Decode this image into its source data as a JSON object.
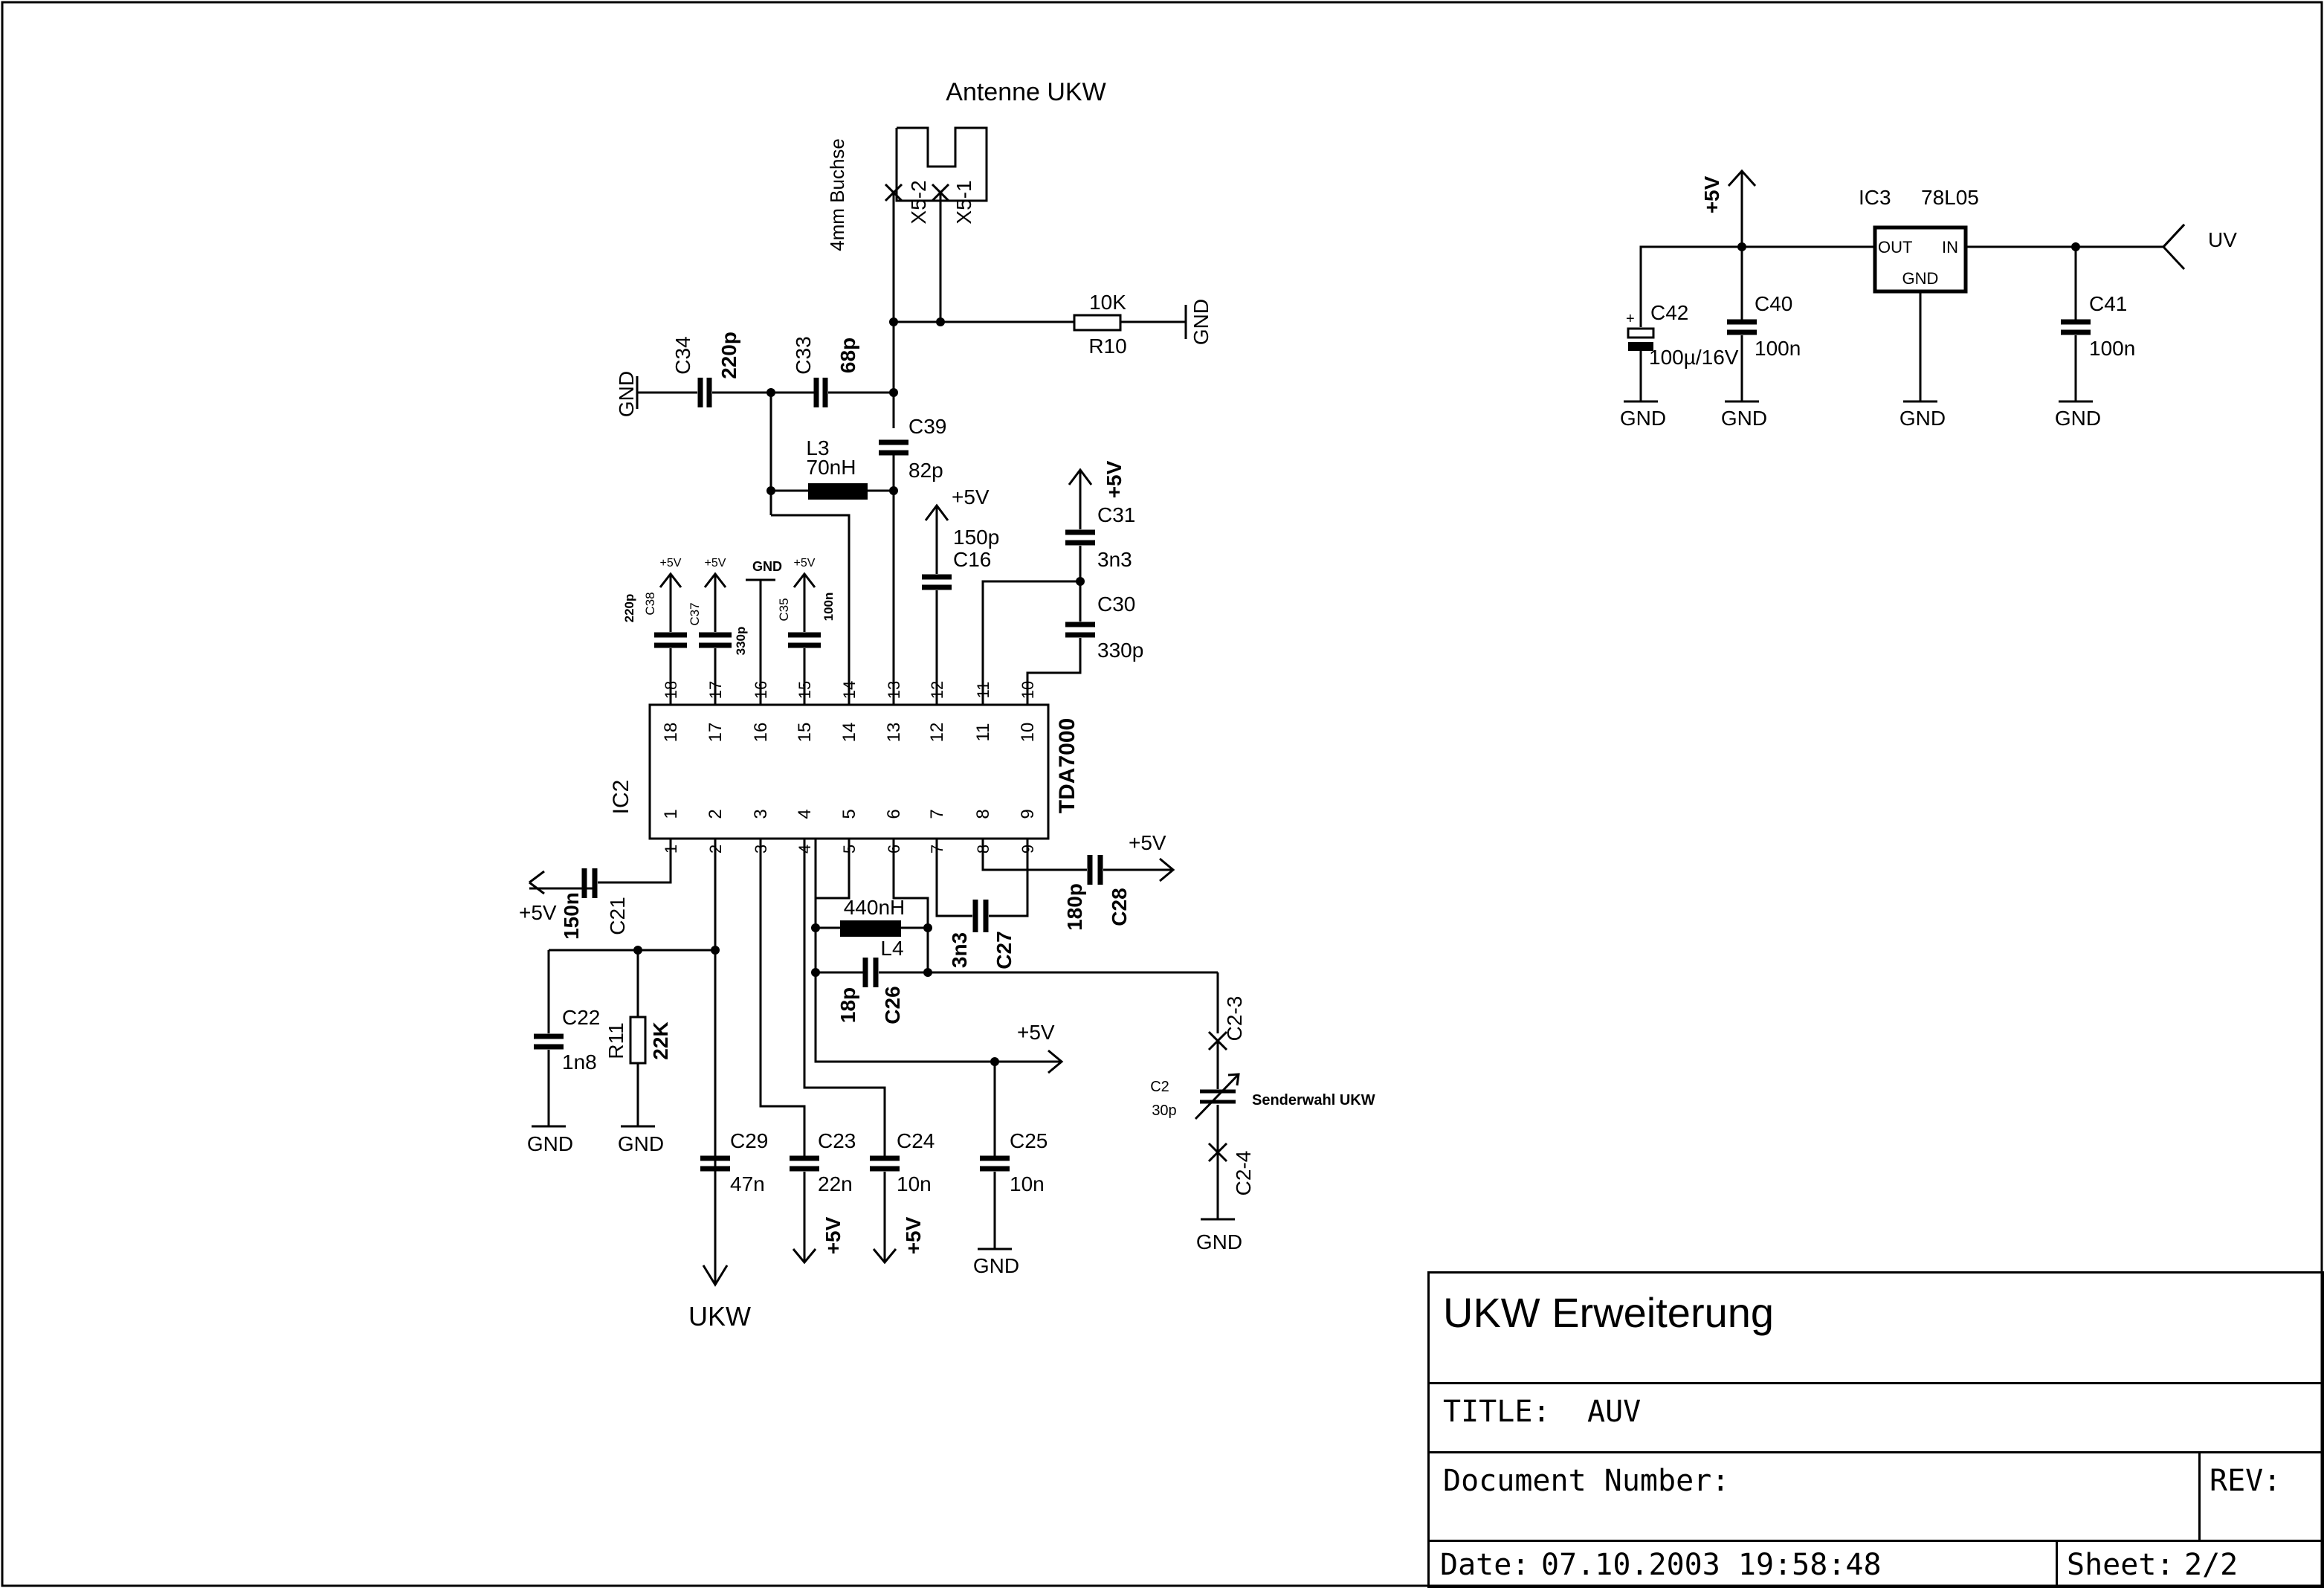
{
  "title_block": {
    "project": "UKW Erweiterung",
    "title_label": "TITLE:",
    "title_value": "AUV",
    "doc_label": "Document Number:",
    "rev_label": "REV:",
    "date_label": "Date:",
    "date_value": "07.10.2003 19:58:48",
    "sheet_label": "Sheet:",
    "sheet_value": "2/2"
  },
  "labels": {
    "antenna_title": "Antenne UKW",
    "buchse": "4mm Buchse",
    "x52": "X5-2",
    "x51": "X5-1",
    "r10_val": "10K",
    "r10": "R10",
    "gnd": "GND",
    "c34": "C34",
    "c34_val": "220p",
    "c33": "C33",
    "c33_val": "68p",
    "c39": "C39",
    "c39_val": "82p",
    "l3": "L3",
    "l3_val": "70nH",
    "v5": "+5V",
    "c16_val": "150p",
    "c16": "C16",
    "c31": "C31",
    "c31_val": "3n3",
    "c30": "C30",
    "c30_val": "330p",
    "c38": "C38",
    "c38_val": "220p",
    "c37": "C37",
    "c37_val": "330p",
    "c35": "C35",
    "c35_val": "100n",
    "ic2": "IC2",
    "tda": "TDA7000",
    "c21": "C21",
    "c21_val": "150n",
    "c28": "C28",
    "c28_val": "180p",
    "l4": "L4",
    "l4_val": "440nH",
    "c27": "C27",
    "c27_val": "3n3",
    "c26": "C26",
    "c26_val": "18p",
    "c22": "C22",
    "c22_val": "1n8",
    "r11": "R11",
    "r11_val": "22K",
    "c29": "C29",
    "c29_val": "47n",
    "c23": "C23",
    "c23_val": "22n",
    "c24": "C24",
    "c24_val": "10n",
    "c25": "C25",
    "c25_val": "10n",
    "ukw": "UKW",
    "c23pin": "C2-3",
    "c24pin": "C2-4",
    "c2": "C2",
    "c2_val": "30p",
    "senderwahl": "Senderwahl UKW",
    "ic3": "IC3",
    "ic3_type": "78L05",
    "out": "OUT",
    "in": "IN",
    "uv": "UV",
    "c42": "C42",
    "c42_val": "100µ/16V",
    "c40": "C40",
    "c40_val": "100n",
    "c41": "C41",
    "c41_val": "100n",
    "plus": "+",
    "pins_top": [
      "18",
      "17",
      "16",
      "15",
      "14",
      "13",
      "12",
      "11",
      "10"
    ],
    "pins_bottom": [
      "1",
      "2",
      "3",
      "4",
      "5",
      "6",
      "7",
      "8",
      "9"
    ]
  }
}
